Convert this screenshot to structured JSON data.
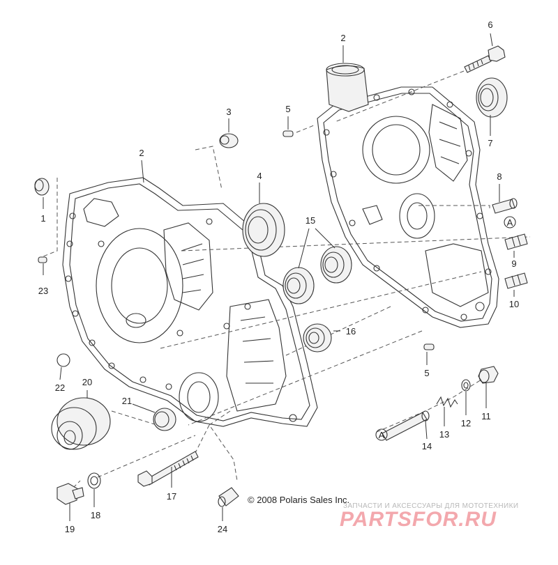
{
  "callouts": {
    "c1": "1",
    "c2a": "2",
    "c2b": "2",
    "c3": "3",
    "c4": "4",
    "c5a": "5",
    "c5b": "5",
    "c6": "6",
    "c7": "7",
    "c8": "8",
    "c9": "9",
    "c10": "10",
    "c11": "11",
    "c12": "12",
    "c13": "13",
    "c14": "14",
    "c15": "15",
    "c16": "16",
    "c17": "17",
    "c18": "18",
    "c19": "19",
    "c20": "20",
    "c21": "21",
    "c22": "22",
    "c23": "23",
    "c24": "24",
    "ref_a1": "A",
    "ref_a2": "A"
  },
  "copyright": "© 2008 Polaris Sales Inc.",
  "watermark": {
    "tagline": "ЗАПЧАСТИ И АКСЕССУАРЫ ДЛЯ МОТОТЕХНИКИ",
    "brand": "PARTSFOR.RU",
    "brand_color": "#f3a8ad"
  }
}
